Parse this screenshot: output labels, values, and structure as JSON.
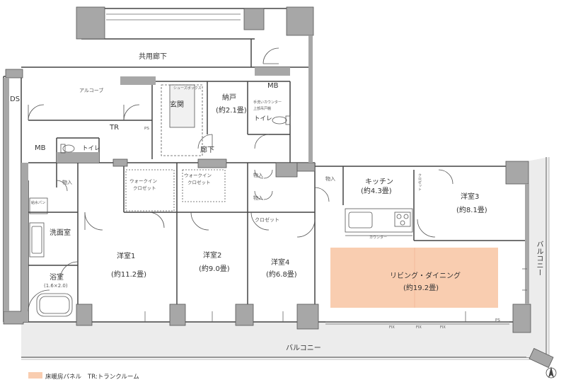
{
  "colors": {
    "wall": "#a7a7a7",
    "floor_heating": "#f9cdb0",
    "balcony": "#ececec",
    "line": "#444444"
  },
  "labels": {
    "common_corridor": "共用廊下",
    "alcove": "アルコーブ",
    "ds": "DS",
    "mb_top": "MB",
    "mb_left": "MB",
    "tr": "TR",
    "ps_small": "PS",
    "ps_balcony": "PS",
    "genkan": "玄関",
    "storage_name": "納戸",
    "storage_area": "(約2.1畳)",
    "toilet_right": "トイレ",
    "toilet_left": "トイレ",
    "hallway": "廊下",
    "walkin1_a": "ウォークイン",
    "walkin1_b": "クロゼット",
    "walkin2_a": "ウォークイン",
    "walkin2_b": "クロゼット",
    "monoire1": "物入",
    "monoire2": "物入",
    "monoire3": "物入",
    "monoire4": "物入",
    "closet": "クロゼット",
    "closet_vertical": "クロゼット",
    "washroom": "洗面室",
    "bath_name": "浴室",
    "bath_size": "(1.6×2.0)",
    "boiler": "給水パン",
    "kitchen_name": "キッチン",
    "kitchen_area": "(約4.3畳)",
    "counter": "カウンター",
    "room1_name": "洋室1",
    "room1_area": "(約11.2畳)",
    "room2_name": "洋室2",
    "room2_area": "(約9.0畳)",
    "room4_name": "洋室4",
    "room4_area": "(約6.8畳)",
    "room3_name": "洋室3",
    "room3_area": "(約8.1畳)",
    "living_name": "リビング・ダイニング",
    "living_area": "(約19.2畳)",
    "balcony_bottom": "バルコニー",
    "balcony_right": "バルコニー",
    "fix1": "FIX",
    "fix2": "FIX",
    "fix3": "FIX",
    "shoebox": "シューズボックス",
    "shelf_text": "上部吊戸棚",
    "sink_counter": "手洗いカウンター"
  },
  "legend": {
    "heating_label": "床暖房パネル",
    "tr_label": "TR:トランクルーム"
  },
  "icons": [
    "north-arrow-icon",
    "door-swing-icon",
    "bathtub-icon",
    "toilet-icon",
    "sink-icon",
    "stove-icon"
  ]
}
